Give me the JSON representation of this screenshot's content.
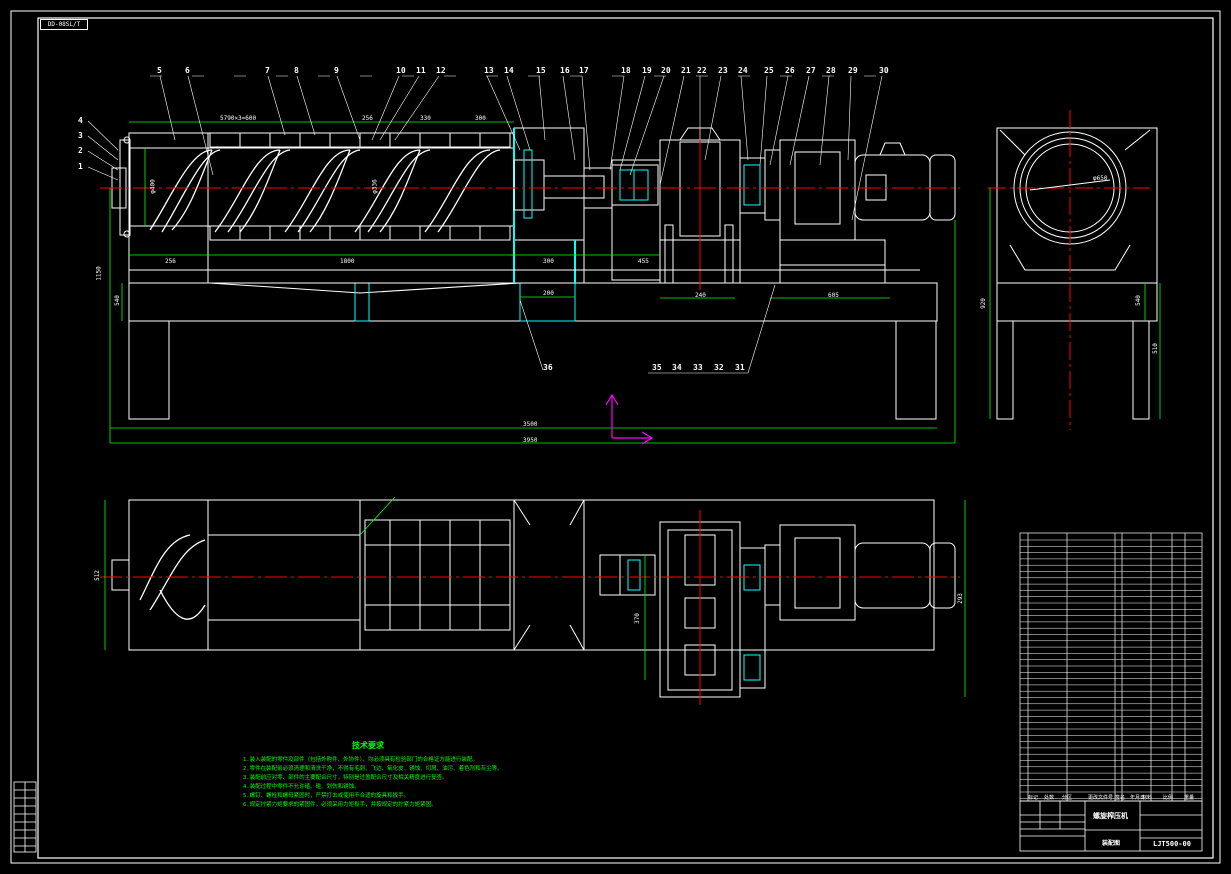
{
  "drawing": {
    "frame_tag": "DD-08SL/T",
    "title_name": "螺旋榨压机",
    "drawing_number": "LJT500-00",
    "sheet_label": "装配图",
    "title_row": [
      "标记",
      "处数",
      "分区",
      "更改文件号",
      "签名",
      "年月日",
      "材料",
      "比例",
      "重量"
    ]
  },
  "part_labels_top": [
    "5",
    "6",
    "7",
    "8",
    "9",
    "10",
    "11",
    "12",
    "13",
    "14",
    "15",
    "16",
    "17",
    "18",
    "19",
    "20",
    "21",
    "22",
    "23",
    "24",
    "25",
    "26",
    "27",
    "28",
    "29",
    "30"
  ],
  "part_labels_left": [
    "4",
    "3",
    "2",
    "1"
  ],
  "part_labels_bottom": [
    "35",
    "34",
    "33",
    "32",
    "31"
  ],
  "part_label_36": "36",
  "dimensions": {
    "top_span": "5790×3=600",
    "pitch_1": "256",
    "pitch_2": "330",
    "pitch_3": "300",
    "seg_left": "256",
    "seg_main": "1800",
    "seg_right": "300",
    "seg_455": "455",
    "seg_200": "200",
    "seg_240": "240",
    "seg_605": "605",
    "overall_1": "3500",
    "overall_2": "3950",
    "height_left": "1150",
    "height_540": "540",
    "dia_screw": "φ400",
    "dia_inner": "φ336",
    "side_920": "920",
    "side_540": "540",
    "side_510": "510",
    "side_dia": "φ650",
    "plan_512": "512",
    "plan_293": "293",
    "plan_370": "370"
  },
  "requirements": {
    "heading": "技术要求",
    "items": [
      "1.装入装配的零件及部件（包括外购件、外协件），均必须具有检验部门的合格证方能进行装配。",
      "2.零件在装配前必须清理和清洗干净，不得有毛刺、飞边、氧化皮、锈蚀、切屑、油污、着色剂和灰尘等。",
      "3.装配前应对零、部件的主要配合尺寸，特别是过盈配合尺寸及相关精度进行复查。",
      "4.装配过程中零件不允许磕、碰、划伤和锈蚀。",
      "5.螺钉、螺栓和螺母紧固时，严禁打击或使用不合适的旋具和扳手。",
      "6.规定拧紧力矩要求的紧固件，必须采用力矩扳手，并按规定的拧紧力矩紧固。"
    ]
  },
  "colors": {
    "background": "#000000",
    "outline": "#ffffff",
    "dimension": "#00ff00",
    "section": "#00ffff",
    "center": "#ff0000",
    "axis": "#ff00ff"
  }
}
